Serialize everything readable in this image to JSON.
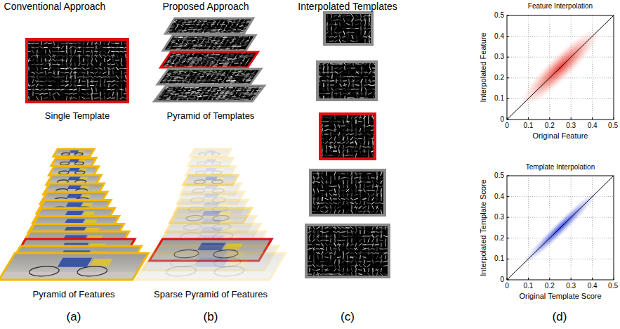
{
  "diagram": {
    "labels": [
      "Conventional Approach",
      "Proposed Approach",
      "Interpolated Templates",
      "Single Template",
      "Pyramid of Templates",
      "Pyramid of Features",
      "Sparse Pyramid of Features",
      "(a)",
      "(b)",
      "(c)",
      "(d)",
      "Feature Interpolation",
      "Interpolated Feature",
      "Original Feature",
      "Template Interpolation",
      "Interpolated Template Score",
      "Original Template Score",
      "0",
      "0.1",
      "0.2",
      "0.3",
      "0.4",
      "0.5",
      "0",
      "0.1",
      "0.2",
      "0.3",
      "0.4",
      "0.5",
      "0",
      "0.1",
      "0.2",
      "0.3",
      "0.4",
      "0.5",
      "0",
      "0.1",
      "0.2",
      "0.3",
      "0.4",
      "0.5"
    ]
  }
}
